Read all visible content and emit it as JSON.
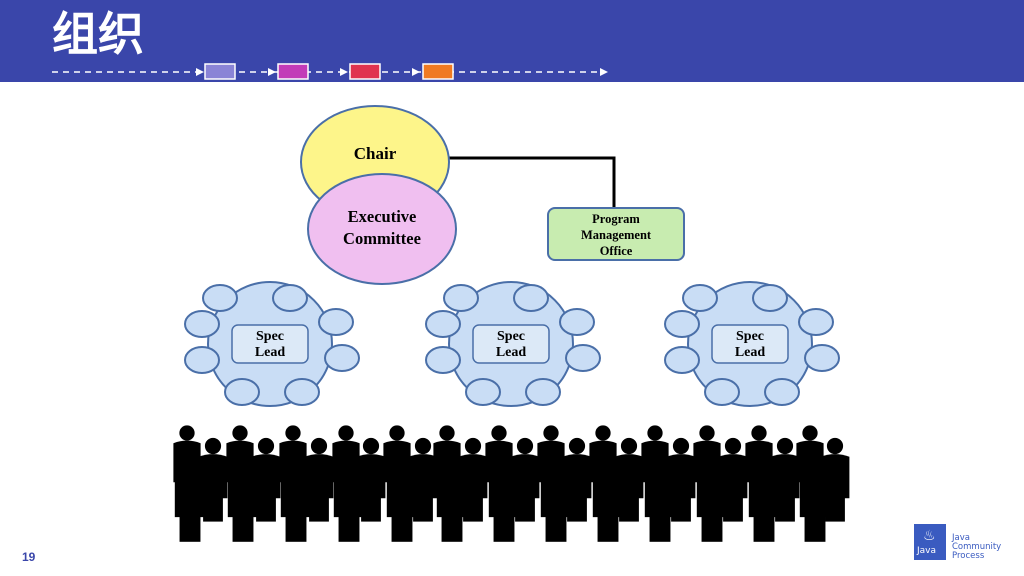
{
  "header": {
    "title": "组织",
    "accent": "#3a46aa",
    "track_colors": [
      "#8a84d6",
      "#c23bb8",
      "#e0334f",
      "#f07a22"
    ]
  },
  "diagram": {
    "chair_label": "Chair",
    "executive_label": [
      "Executive",
      "Committee"
    ],
    "pmo_label": [
      "Program",
      "Management",
      "Office"
    ],
    "spec_lead_groups": [
      {
        "label": [
          "Spec",
          "Lead"
        ]
      },
      {
        "label": [
          "Spec",
          "Lead"
        ]
      },
      {
        "label": [
          "Spec",
          "Lead"
        ]
      }
    ],
    "colors": {
      "chair_fill": "#fdf58a",
      "executive_fill": "#f0bff0",
      "pmo_fill": "#c8ecb0",
      "group_fill": "#c9ddf5",
      "circle_stroke": "#4a6fa8"
    },
    "crowd_icon": "people-crowd-icon"
  },
  "footer": {
    "page_number": "19",
    "logo_top": "Java",
    "logo_lines": [
      "Java",
      "Community",
      "Process"
    ]
  }
}
